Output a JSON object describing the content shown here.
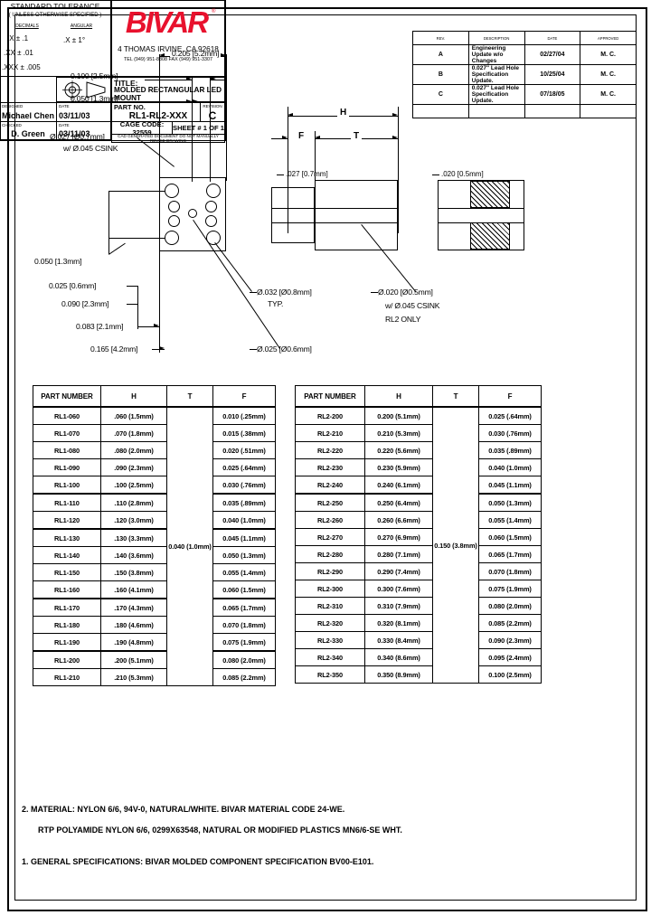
{
  "revision_table": {
    "headers": [
      "REV.",
      "DESCRIPTION",
      "DATE",
      "APPROVED"
    ],
    "rows": [
      {
        "rev": "A",
        "description": "Engineering Update w/o Changes",
        "date": "02/27/04",
        "approved": "M. C."
      },
      {
        "rev": "B",
        "description": "0.027\" Lead Hole Specification Update.",
        "date": "10/25/04",
        "approved": "M. C."
      },
      {
        "rev": "C",
        "description": "0.027\" Lead Hole Specification Update.",
        "date": "07/18/05",
        "approved": "M. C."
      },
      {
        "rev": "",
        "description": "",
        "date": "",
        "approved": ""
      }
    ]
  },
  "front_view": {
    "dim_width_overall": "0.205 [5.2mm]",
    "dim_0100": "0.100 [2.5mm]",
    "dim_0050_top": "0.050 [1.3mm]",
    "hole_027": "Ø.027 [Ø0.7mm]",
    "hole_027_csink": "w/ Ø.045 CSINK",
    "dim_0050_left": "0.050 [1.3mm]",
    "dim_0025": "0.025 [0.6mm]",
    "dim_0090": "0.090 [2.3mm]",
    "dim_0083": "0.083 [2.1mm]",
    "dim_0165": "0.165 [4.2mm]",
    "hole_032": "Ø.032 [Ø0.8mm]",
    "hole_032_typ": "TYP.",
    "hole_025": "Ø.025 [Ø0.6mm]"
  },
  "side_view": {
    "label_h": "H",
    "label_f": "F",
    "label_t": "T",
    "dim_027": ".027 [0.7mm]",
    "dim_020": ".020 [0.5mm]",
    "hole_020": "Ø.020 [Ø0.5mm]",
    "hole_020_csink": "w/ Ø.045 CSINK",
    "hole_020_note": "RL2 ONLY"
  },
  "table_rl1": {
    "headers": [
      "PART NUMBER",
      "H",
      "T",
      "F"
    ],
    "t_value": "0.040 (1.0mm)",
    "rows": [
      {
        "pn": "RL1-060",
        "h": ".060  (1.5mm)",
        "f": "0.010 (.25mm)"
      },
      {
        "pn": "RL1-070",
        "h": ".070  (1.8mm)",
        "f": "0.015 (.38mm)"
      },
      {
        "pn": "RL1-080",
        "h": ".080  (2.0mm)",
        "f": "0.020 (.51mm)"
      },
      {
        "pn": "RL1-090",
        "h": ".090  (2.3mm)",
        "f": "0.025 (.64mm)"
      },
      {
        "pn": "RL1-100",
        "h": ".100  (2.5mm)",
        "f": "0.030 (.76mm)"
      },
      {
        "pn": "RL1-110",
        "h": ".110  (2.8mm)",
        "f": "0.035 (.89mm)"
      },
      {
        "pn": "RL1-120",
        "h": ".120  (3.0mm)",
        "f": "0.040 (1.0mm)"
      },
      {
        "pn": "RL1-130",
        "h": ".130  (3.3mm)",
        "f": "0.045 (1.1mm)"
      },
      {
        "pn": "RL1-140",
        "h": ".140  (3.6mm)",
        "f": "0.050 (1.3mm)"
      },
      {
        "pn": "RL1-150",
        "h": ".150  (3.8mm)",
        "f": "0.055 (1.4mm)"
      },
      {
        "pn": "RL1-160",
        "h": ".160  (4.1mm)",
        "f": "0.060 (1.5mm)"
      },
      {
        "pn": "RL1-170",
        "h": ".170  (4.3mm)",
        "f": "0.065 (1.7mm)"
      },
      {
        "pn": "RL1-180",
        "h": ".180  (4.6mm)",
        "f": "0.070 (1.8mm)"
      },
      {
        "pn": "RL1-190",
        "h": ".190  (4.8mm)",
        "f": "0.075 (1.9mm)"
      },
      {
        "pn": "RL1-200",
        "h": ".200  (5.1mm)",
        "f": "0.080 (2.0mm)"
      },
      {
        "pn": "RL1-210",
        "h": ".210  (5.3mm)",
        "f": "0.085 (2.2mm)"
      }
    ]
  },
  "table_rl2": {
    "headers": [
      "PART NUMBER",
      "H",
      "T",
      "F"
    ],
    "t_value": "0.150 (3.8mm)",
    "rows": [
      {
        "pn": "RL2-200",
        "h": "0.200 (5.1mm)",
        "f": "0.025 (.64mm)"
      },
      {
        "pn": "RL2-210",
        "h": "0.210 (5.3mm)",
        "f": "0.030 (.76mm)"
      },
      {
        "pn": "RL2-220",
        "h": "0.220 (5.6mm)",
        "f": "0.035 (.89mm)"
      },
      {
        "pn": "RL2-230",
        "h": "0.230 (5.9mm)",
        "f": "0.040 (1.0mm)"
      },
      {
        "pn": "RL2-240",
        "h": "0.240 (6.1mm)",
        "f": "0.045 (1.1mm)"
      },
      {
        "pn": "RL2-250",
        "h": "0.250 (6.4mm)",
        "f": "0.050 (1.3mm)"
      },
      {
        "pn": "RL2-260",
        "h": "0.260 (6.6mm)",
        "f": "0.055 (1.4mm)"
      },
      {
        "pn": "RL2-270",
        "h": "0.270 (6.9mm)",
        "f": "0.060 (1.5mm)"
      },
      {
        "pn": "RL2-280",
        "h": "0.280 (7.1mm)",
        "f": "0.065 (1.7mm)"
      },
      {
        "pn": "RL2-290",
        "h": "0.290 (7.4mm)",
        "f": "0.070 (1.8mm)"
      },
      {
        "pn": "RL2-300",
        "h": "0.300 (7.6mm)",
        "f": "0.075 (1.9mm)"
      },
      {
        "pn": "RL2-310",
        "h": "0.310 (7.9mm)",
        "f": "0.080 (2.0mm)"
      },
      {
        "pn": "RL2-320",
        "h": "0.320 (8.1mm)",
        "f": "0.085 (2.2mm)"
      },
      {
        "pn": "RL2-330",
        "h": "0.330 (8.4mm)",
        "f": "0.090 (2.3mm)"
      },
      {
        "pn": "RL2-340",
        "h": "0.340 (8.6mm)",
        "f": "0.095 (2.4mm)"
      },
      {
        "pn": "RL2-350",
        "h": "0.350 (8.9mm)",
        "f": "0.100 (2.5mm)"
      }
    ]
  },
  "notes": {
    "note2_line1": "2.  MATERIAL: NYLON 6/6, 94V-0, NATURAL/WHITE. BIVAR MATERIAL CODE 24-WE.",
    "note2_line2": "RTP POLYAMIDE NYLON 6/6, 0299X63548, NATURAL OR MODIFIED PLASTICS MN6/6-SE WHT.",
    "note1": "1.  GENERAL SPECIFICATIONS: BIVAR MOLDED COMPONENT SPECIFICATION BV00-E101."
  },
  "title_block": {
    "tolerance_title": "STANDARD TOLERANCE",
    "tolerance_sub": "( UNLESS OTHERWISE SPECIFIED )",
    "tol_col1": "DECIMALS",
    "tol_col2": "ANGULAR",
    "tol_x": ".X   ± .1",
    "tol_xx": ".XX   ± .01",
    "tol_xxx": ".XXX  ± .005",
    "tol_ang": ".X  ± 1°",
    "logo": "BIVAR",
    "logo_mark": "®",
    "address": "4 THOMAS IRVINE, CA 92618",
    "contact": "TEL (949) 951-8808      FAX (949) 951-3307",
    "title_label": "TITLE:",
    "title_value": "MOLDED RECTANGULAR LED MOUNT",
    "designed_label": "DESIGNED",
    "designed_value": "Michael Chen",
    "designed_date_label": "DATE",
    "designed_date": "03/11/03",
    "checked_label": "CHECKED",
    "checked_value": "D. Green",
    "checked_date_label": "DATE",
    "checked_date": "03/11/03",
    "partno_label": "PART NO.",
    "partno_value": "RL1-RL2-XXX",
    "revision_label": "REVISION",
    "revision_value": "C",
    "cage_code": "CAGE CODE:  32559",
    "sheet": "SHEET # 1 OF  1",
    "footer": "CAD GENERATED DOCUMENT  DO NOT MANUALLY REVISE DRAWING"
  }
}
